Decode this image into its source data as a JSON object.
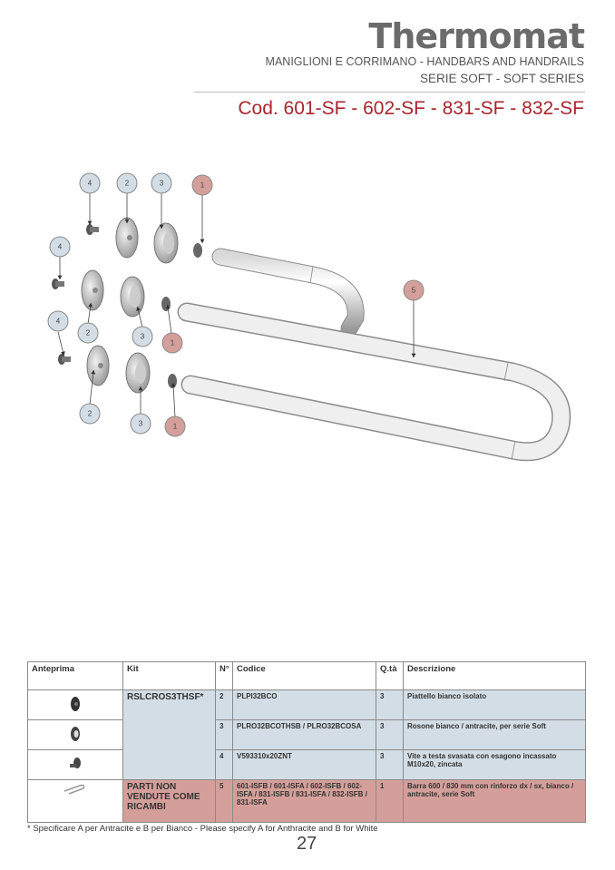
{
  "header": {
    "brand": "Thermomat",
    "subtitle_line1": "MANIGLIONI E CORRIMANO - HANDBARS AND HANDRAILS",
    "subtitle_line2": "SERIE SOFT - SOFT SERIES",
    "product_codes": "Cod. 601-SF - 602-SF - 831-SF - 832-SF",
    "accent_color": "#a8262d"
  },
  "diagram": {
    "callouts": [
      {
        "number": "4",
        "type": "kit"
      },
      {
        "number": "2",
        "type": "kit"
      },
      {
        "number": "3",
        "type": "kit"
      },
      {
        "number": "1",
        "type": "not-sold"
      },
      {
        "number": "4",
        "type": "kit"
      },
      {
        "number": "2",
        "type": "kit"
      },
      {
        "number": "3",
        "type": "kit"
      },
      {
        "number": "1",
        "type": "not-sold"
      },
      {
        "number": "4",
        "type": "kit"
      },
      {
        "number": "2",
        "type": "kit"
      },
      {
        "number": "3",
        "type": "kit"
      },
      {
        "number": "1",
        "type": "not-sold"
      },
      {
        "number": "5",
        "type": "not-sold"
      }
    ],
    "kit_color": "#d3dde5",
    "not_sold_color": "#d49f9a"
  },
  "table": {
    "headers": [
      "Anteprima",
      "Kit",
      "N°",
      "Codice",
      "Q.tà",
      "Descrizione"
    ],
    "kit_name": "RSLCROS3THSF*",
    "not_sold_label": "PARTI NON VENDUTE COME RICAMBI",
    "rows": [
      {
        "preview": "plate-thumbnail",
        "n": "2",
        "code": "PLPI32BCO",
        "qty": "3",
        "description": "Piattello bianco isolato"
      },
      {
        "preview": "rosette-thumbnail",
        "n": "3",
        "code": "PLRO32BCOTHSB / PLRO32BCOSA",
        "qty": "3",
        "description": "Rosone bianco / antracite, per serie Soft"
      },
      {
        "preview": "screw-thumbnail",
        "n": "4",
        "code": "V593310x20ZNT",
        "qty": "3",
        "description": "Vite a testa svasata con esagono incassato M10x20, zincata"
      },
      {
        "preview": "bar-thumbnail",
        "n": "5",
        "code": "601-ISFB / 601-ISFA / 602-ISFB / 602-ISFA / 831-ISFB / 831-ISFA / 832-ISFB / 831-ISFA",
        "qty": "1",
        "description": "Barra 600 / 830 mm con rinforzo dx / sx, bianco / antracite, serie Soft"
      }
    ]
  },
  "footnote": "* Specificare A per Antracite e B per Bianco - Please specify A for Anthracite and B for White",
  "page_number": "27"
}
